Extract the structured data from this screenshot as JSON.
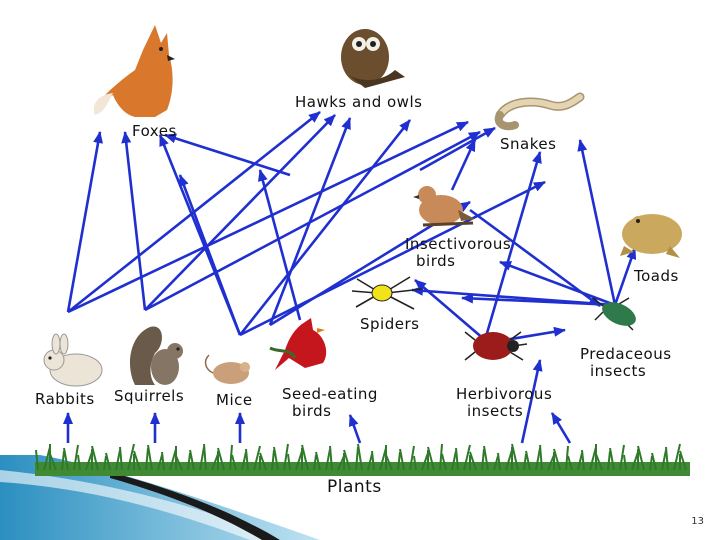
{
  "slide": {
    "page_number": "13"
  },
  "labels": {
    "foxes": "Foxes",
    "hawks_owls": "Hawks and owls",
    "snakes": "Snakes",
    "insectivorous_1": "Insectivorous",
    "insectivorous_2": "birds",
    "toads": "Toads",
    "spiders": "Spiders",
    "predaceous_1": "Predaceous",
    "predaceous_2": "insects",
    "rabbits": "Rabbits",
    "squirrels": "Squirrels",
    "mice": "Mice",
    "seed_eating_1": "Seed-eating",
    "seed_eating_2": "birds",
    "herbivorous_1": "Herbivorous",
    "herbivorous_2": "insects",
    "plants": "Plants"
  },
  "colors": {
    "arrow": "#1f2fd0",
    "grass": "#2f7a2a",
    "fox": "#d9782c",
    "owl": "#6b4e2e",
    "snake": "#d9c6a0",
    "bird": "#c98a5a",
    "toad": "#caa95e",
    "spider": "#f2e21a",
    "beetle": "#9c1c1c",
    "green_bug": "#2e7a4a",
    "rabbit": "#ece4d6",
    "squirrel": "#7a6a5a",
    "mouse": "#c9a07a",
    "cardinal": "#c4161c",
    "accent_teal": "#3aa6d0"
  },
  "icons": [
    "fox-icon",
    "owl-icon",
    "snake-icon",
    "bird-icon",
    "toad-icon",
    "spider-icon",
    "predaceous-insect-icon",
    "rabbit-icon",
    "squirrel-icon",
    "mouse-icon",
    "cardinal-icon",
    "beetle-icon",
    "grass-icon"
  ]
}
